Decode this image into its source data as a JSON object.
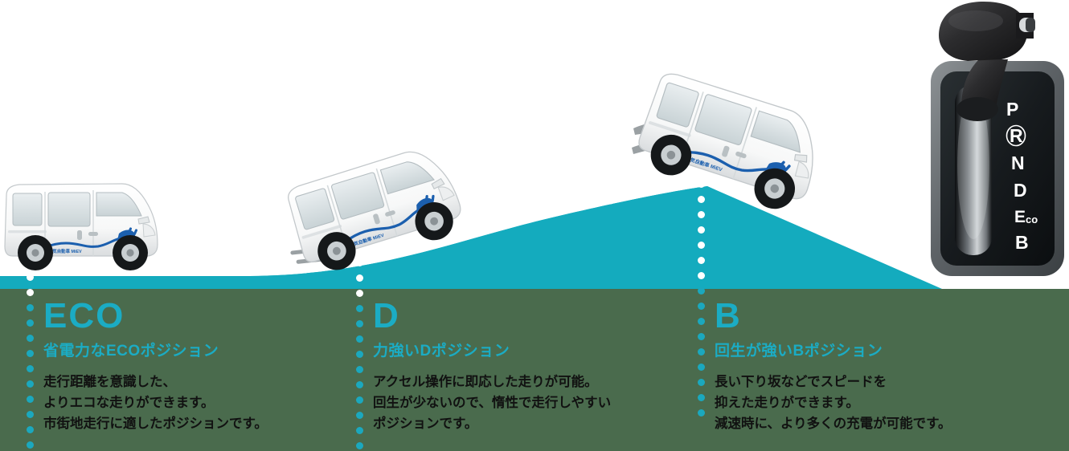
{
  "colors": {
    "teal": "#14ABBE",
    "teal_text": "#1BACC4",
    "green_band": "#4A6B4D",
    "body_text": "#111111",
    "white": "#FFFFFF",
    "vehicle_decal_blue": "#1B5FAE"
  },
  "scene": {
    "description": "road profile: flat left, hill rising to peak, descending right",
    "vehicles": [
      {
        "id": "vehicle-eco",
        "state": "level-driving"
      },
      {
        "id": "vehicle-d",
        "state": "climbing-uphill"
      },
      {
        "id": "vehicle-b",
        "state": "descending-downhill"
      }
    ]
  },
  "shifter": {
    "name": "gear-selector",
    "positions": [
      "P",
      "R",
      "N",
      "D",
      "Eco",
      "B"
    ],
    "eco_label_main": "E",
    "eco_label_sub": "co"
  },
  "columns": [
    {
      "code": "ECO",
      "subtitle": "省電力なECOポジション",
      "body": [
        "走行距離を意識した、",
        "よりエコな走りができます。",
        "市街地走行に適したポジションです。"
      ]
    },
    {
      "code": "D",
      "subtitle": "力強いDポジション",
      "body": [
        "アクセル操作に即応した走りが可能。",
        "回生が少ないので、惰性で走行しやすい",
        "ポジションです。"
      ]
    },
    {
      "code": "B",
      "subtitle": "回生が強いBポジション",
      "body": [
        "長い下り坂などでスピードを",
        "抑えた走りができます。",
        "減速時に、より多くの充電が可能です。"
      ]
    }
  ]
}
